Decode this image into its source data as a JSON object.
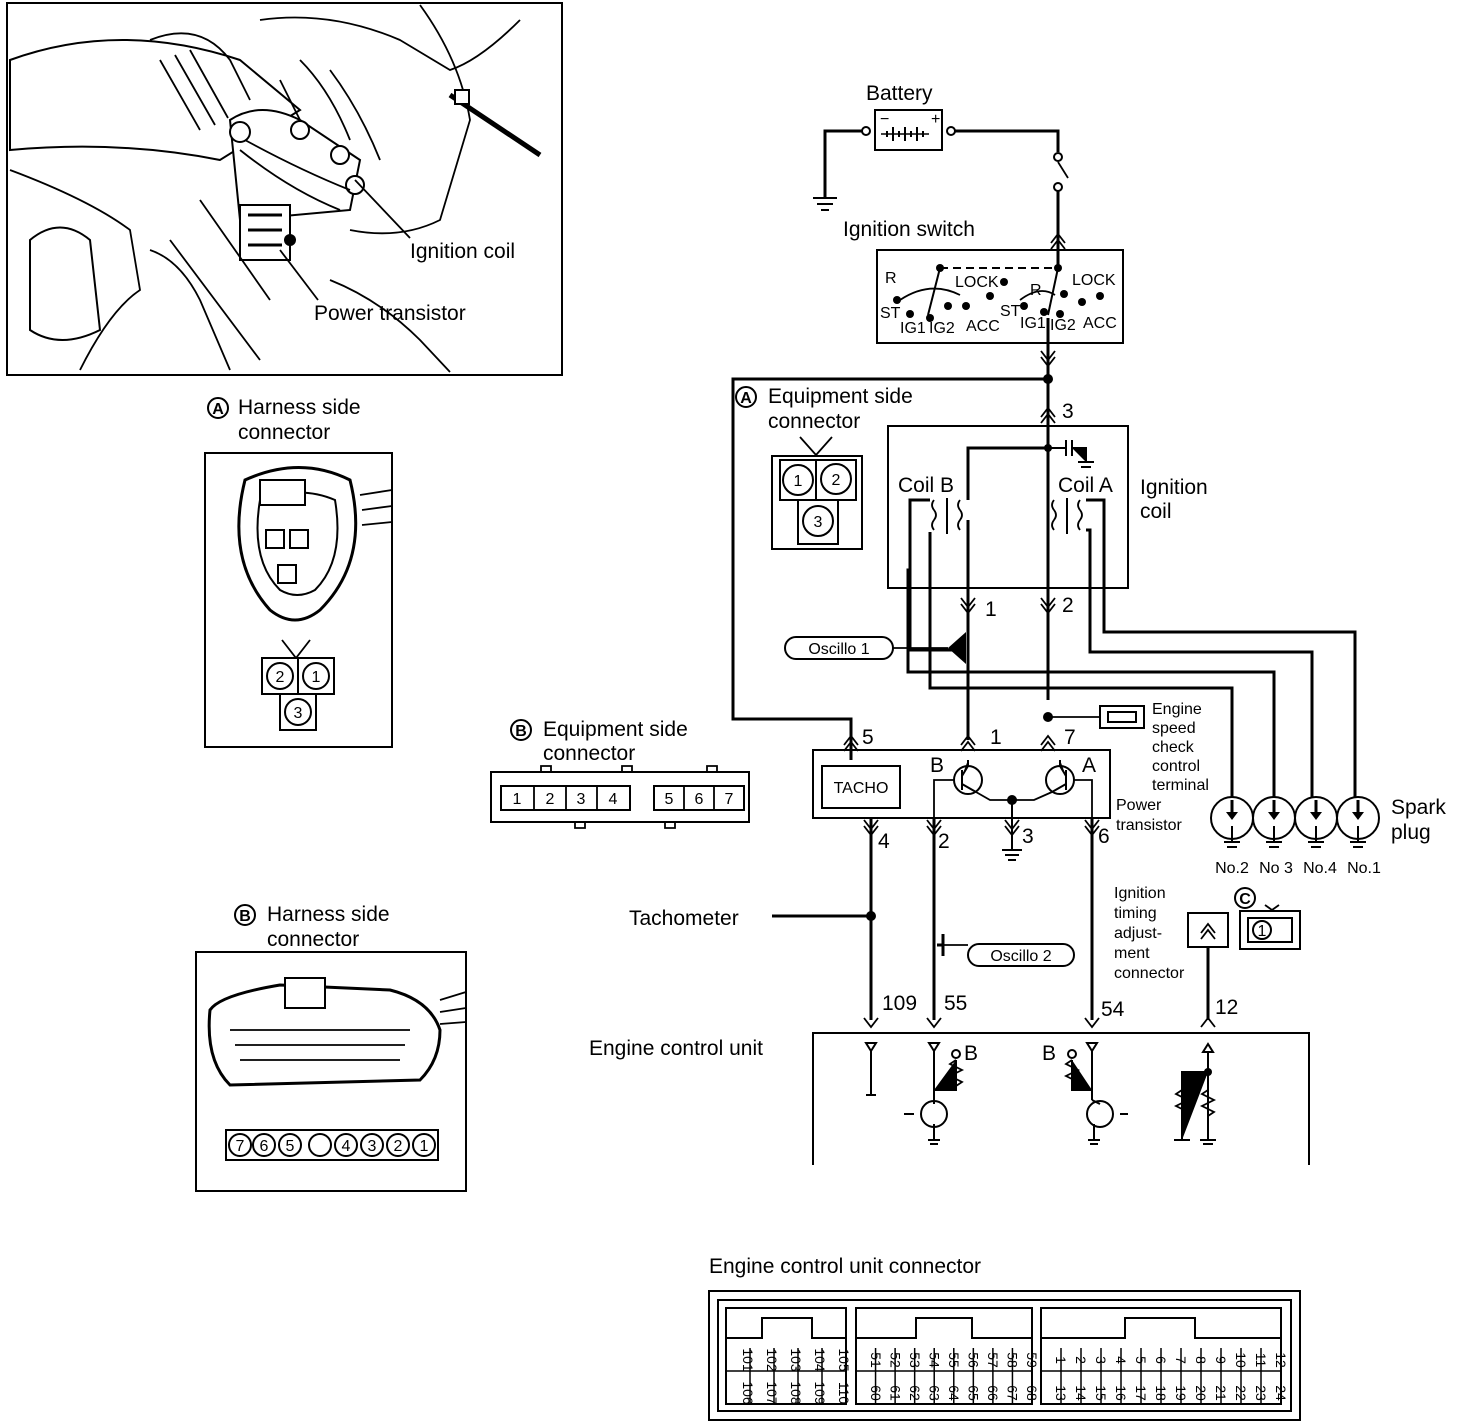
{
  "photo": {
    "ignition_coil_label": "Ignition coil",
    "power_transistor_label": "Power transistor"
  },
  "harness_a": {
    "letter": "A",
    "title_line1": "Harness side",
    "title_line2": "connector",
    "pins": [
      "2",
      "1",
      "3"
    ]
  },
  "equip_a": {
    "letter": "A",
    "title_line1": "Equipment side",
    "title_line2": "connector",
    "pins": [
      "1",
      "2",
      "3"
    ]
  },
  "equip_b": {
    "letter": "B",
    "title_line1": "Equipment side",
    "title_line2": "connector",
    "pins_left": [
      "1",
      "2",
      "3",
      "4"
    ],
    "pins_right": [
      "5",
      "6",
      "7"
    ]
  },
  "harness_b": {
    "letter": "B",
    "title_line1": "Harness side",
    "title_line2": "connector",
    "pins": [
      "7",
      "6",
      "5",
      "",
      "4",
      "3",
      "2",
      "1"
    ]
  },
  "battery": {
    "label": "Battery",
    "minus": "−",
    "plus": "+"
  },
  "ignition_switch": {
    "label": "Ignition switch",
    "left": {
      "r": "R",
      "lock": "LOCK",
      "st": "ST",
      "ig1": "IG1",
      "ig2": "IG2",
      "acc": "ACC"
    },
    "right": {
      "r": "R",
      "lock": "LOCK",
      "st": "ST",
      "ig1": "IG1",
      "ig2": "IG2",
      "acc": "ACC"
    }
  },
  "ignition_coil": {
    "label_line1": "Ignition",
    "label_line2": "coil",
    "coil_b": "Coil B",
    "coil_a": "Coil A",
    "pin3": "3",
    "pin1": "1",
    "pin2": "2"
  },
  "oscillo": {
    "one": "Oscillo 1",
    "two": "Oscillo 2"
  },
  "esc_terminal": {
    "line1": "Engine",
    "line2": "speed",
    "line3": "check",
    "line4": "control",
    "line5": "terminal"
  },
  "power_transistor": {
    "label_line1": "Power",
    "label_line2": "transistor",
    "tacho": "TACHO",
    "b": "B",
    "a": "A",
    "pin5": "5",
    "pin1": "1",
    "pin7": "7",
    "pin4": "4",
    "pin2": "2",
    "pin3": "3",
    "pin6": "6"
  },
  "spark_plug": {
    "label_line1": "Spark",
    "label_line2": "plug",
    "numbers": [
      "No.2",
      "No 3",
      "No.4",
      "No.1"
    ]
  },
  "ignition_timing": {
    "line1": "Ignition",
    "line2": "timing",
    "line3": "adjust-",
    "line4": "ment",
    "line5": "connector",
    "letter": "C",
    "pin": "1"
  },
  "tachometer": "Tachometer",
  "ecu": {
    "label": "Engine control unit",
    "pins": {
      "p109": "109",
      "p55": "55",
      "p54": "54",
      "p12": "12"
    },
    "b_left": "B",
    "b_right": "B"
  },
  "ecu_connector": {
    "title": "Engine control unit connector",
    "g1_top": [
      "101",
      "102",
      "103",
      "104",
      "105"
    ],
    "g1_bot": [
      "106",
      "107",
      "108",
      "109",
      "110"
    ],
    "g2_top": [
      "51",
      "52",
      "53",
      "54",
      "55",
      "56",
      "57",
      "58",
      "59"
    ],
    "g2_bot": [
      "60",
      "61",
      "62",
      "63",
      "64",
      "65",
      "66",
      "67",
      "68"
    ],
    "g3_top": [
      "1",
      "2",
      "3",
      "4",
      "5",
      "6",
      "7",
      "8",
      "9",
      "10",
      "11",
      "12"
    ],
    "g3_bot": [
      "13",
      "14",
      "15",
      "16",
      "17",
      "18",
      "19",
      "20",
      "21",
      "22",
      "23",
      "24"
    ]
  }
}
